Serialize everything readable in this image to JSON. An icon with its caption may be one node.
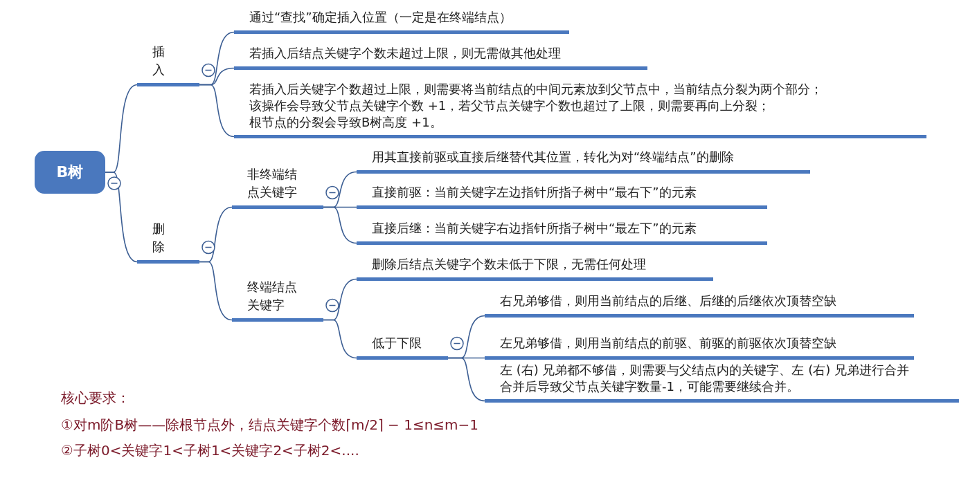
{
  "diagram": {
    "nodes": [
      {
        "text": [
          "B树"
        ]
      },
      {
        "text": [
          "插入"
        ]
      },
      {
        "text": [
          "通过“查找”确定插入位置（一定是在终端结点）"
        ]
      },
      {
        "text": [
          "若插入后结点关键字个数未超过上限，则无需做其他处理"
        ]
      },
      {
        "text": [
          "若插入后关键字个数超过上限，则需要将当前结点的中间元素放到父节点中，当前结点分裂为两个部分；",
          "该操作会导致父节点关键字个数 +1，若父节点关键字个数也超过了上限，则需要再向上分裂；",
          "根节点的分裂会导致B树高度 +1。"
        ]
      },
      {
        "text": [
          "删除"
        ]
      },
      {
        "text": [
          "非终端结点关键字"
        ]
      },
      {
        "text": [
          "用其直接前驱或直接后继替代其位置，转化为对“终端结点”的删除"
        ]
      },
      {
        "text": [
          "直接前驱：当前关键字左边指针所指子树中“最右下”的元素"
        ]
      },
      {
        "text": [
          "直接后继：当前关键字右边指针所指子树中“最左下”的元素"
        ]
      },
      {
        "text": [
          "终端结点关键字"
        ]
      },
      {
        "text": [
          "删除后结点关键字个数未低于下限，无需任何处理"
        ]
      },
      {
        "text": [
          "低于下限"
        ]
      },
      {
        "text": [
          "右兄弟够借，则用当前结点的后继、后继的后继依次顶替空缺"
        ]
      },
      {
        "text": [
          "左兄弟够借，则用当前结点的前驱、前驱的前驱依次顶替空缺"
        ]
      },
      {
        "text": [
          "左 (右) 兄弟都不够借，则需要与父结点内的关键字、左 (右) 兄弟进行合并",
          "合并后导致父节点关键字数量-1，可能需要继续合并。"
        ]
      }
    ],
    "edges": [
      {
        "from": 0,
        "to": 1,
        "arrow": "none"
      },
      {
        "from": 1,
        "to": 2,
        "arrow": "none"
      },
      {
        "from": 1,
        "to": 3,
        "arrow": "none"
      },
      {
        "from": 1,
        "to": 4,
        "arrow": "none"
      },
      {
        "from": 0,
        "to": 5,
        "arrow": "none"
      },
      {
        "from": 5,
        "to": 6,
        "arrow": "none"
      },
      {
        "from": 6,
        "to": 7,
        "arrow": "none"
      },
      {
        "from": 6,
        "to": 8,
        "arrow": "none"
      },
      {
        "from": 6,
        "to": 9,
        "arrow": "none"
      },
      {
        "from": 5,
        "to": 10,
        "arrow": "none"
      },
      {
        "from": 10,
        "to": 11,
        "arrow": "none"
      },
      {
        "from": 10,
        "to": 12,
        "arrow": "none"
      },
      {
        "from": 12,
        "to": 13,
        "arrow": "none"
      },
      {
        "from": 12,
        "to": 14,
        "arrow": "none"
      },
      {
        "from": 12,
        "to": 15,
        "arrow": "none"
      }
    ],
    "labels": [
      "核心要求：",
      "①对m阶B树——除根节点外，结点关键字个数⌈m/2⌉ − 1≤n≤m−1",
      "②子树0<关键字1<子树1<关键字2<子树2<...."
    ]
  }
}
